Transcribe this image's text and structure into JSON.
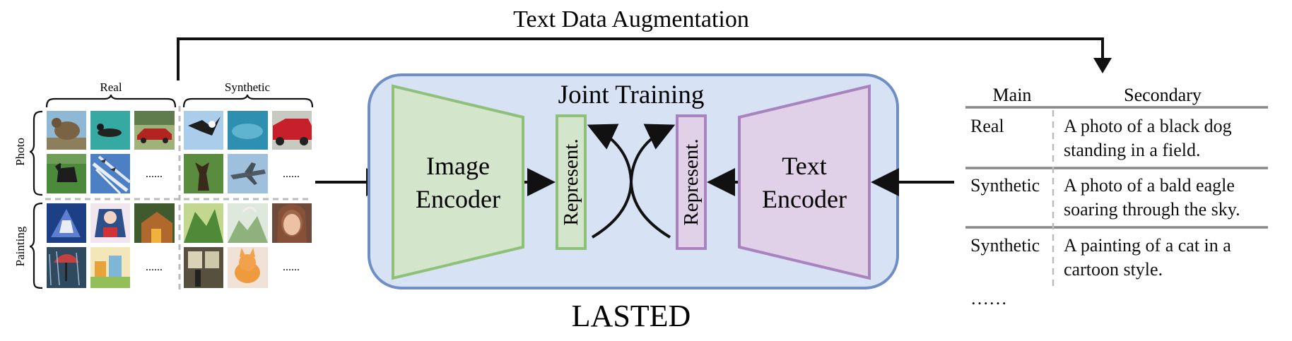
{
  "title": "Text Data Augmentation",
  "image_grid": {
    "columns": [
      "Real",
      "Synthetic"
    ],
    "rows": [
      "Photo",
      "Painting"
    ],
    "ellipsis": "......",
    "thumbnails": {
      "photo_real": [
        "bird on ground",
        "duck on water",
        "red convertible car",
        "black dog on grass",
        "aircraft formation"
      ],
      "photo_synthetic": [
        "bald eagle in sky",
        "dolphin underwater",
        "red pickup truck",
        "dog on grass",
        "fighter jet"
      ],
      "painting_real": [
        "anime mecha",
        "anime girl",
        "forest cottage",
        "girl with umbrella in rain",
        "cartoon town"
      ],
      "painting_synthetic": [
        "green mountain landscape",
        "fantasy valley",
        "portrait of girl",
        "vintage room",
        "cartoon cat"
      ]
    }
  },
  "model": {
    "box_title": "Joint Training",
    "name": "LASTED",
    "image_encoder": [
      "Image",
      "Encoder"
    ],
    "text_encoder": [
      "Text",
      "Encoder"
    ],
    "represent_left": "Represent.",
    "represent_right": "Represent."
  },
  "table": {
    "headers": [
      "Main",
      "Secondary"
    ],
    "rows": [
      {
        "main": "Real",
        "secondary": [
          "A photo of a black dog",
          "standing in a field."
        ]
      },
      {
        "main": "Synthetic",
        "secondary": [
          "A photo of a bald eagle",
          "soaring through the sky."
        ]
      },
      {
        "main": "Synthetic",
        "secondary": [
          "A painting of a cat in a",
          "cartoon style."
        ]
      }
    ],
    "more": "……"
  },
  "colors": {
    "joint_bg": "#d7e3f5",
    "joint_border": "#6f8fc4",
    "image_fill": "#d3e6cc",
    "image_stroke": "#8fc07a",
    "text_fill": "#e1d1e8",
    "text_stroke": "#a883bd"
  }
}
